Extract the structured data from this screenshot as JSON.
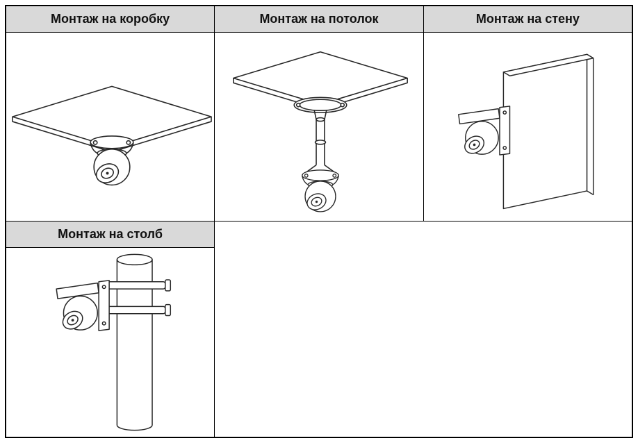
{
  "cells": [
    {
      "label": "Монтаж на коробку",
      "illustration": "box-mount-turret-camera"
    },
    {
      "label": "Монтаж на потолок",
      "illustration": "ceiling-pendant-mount-turret-camera"
    },
    {
      "label": "Монтаж на стену",
      "illustration": "wall-mount-turret-camera"
    },
    {
      "label": "Монтаж на столб",
      "illustration": "pole-mount-turret-camera"
    }
  ],
  "colors": {
    "header_bg": "#d9d9d9",
    "border": "#000000",
    "line_art": "#282828"
  }
}
